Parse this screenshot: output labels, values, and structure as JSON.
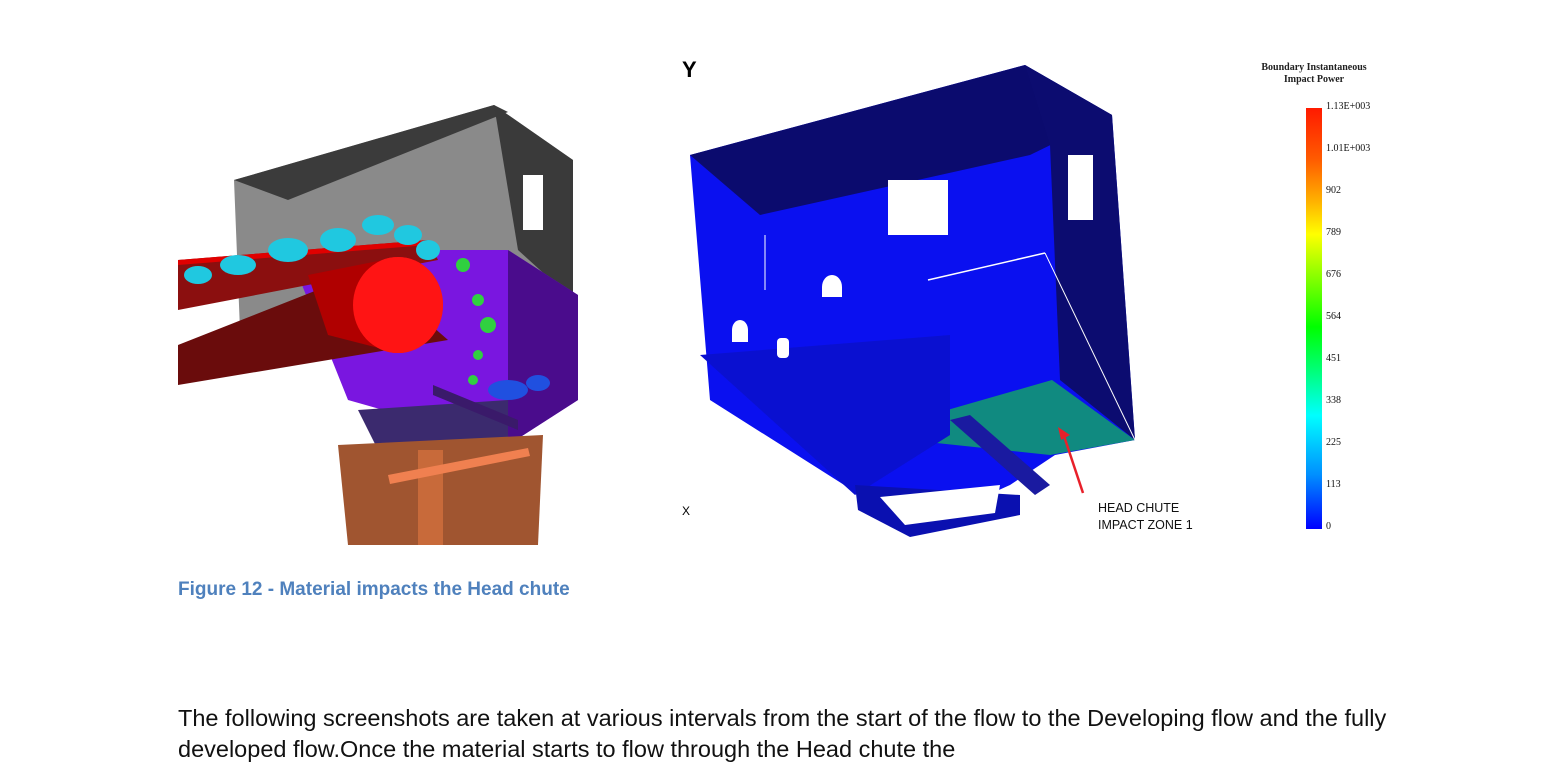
{
  "figure": {
    "caption": "Figure 12 - Material impacts the Head chute",
    "right_axis_labels": {
      "y": "Y",
      "x": "X"
    },
    "legend": {
      "title_line1": "Boundary Instantaneous",
      "title_line2": "Impact Power",
      "ticks": [
        "1.13E+003",
        "1.01E+003",
        "902",
        "789",
        "676",
        "564",
        "451",
        "338",
        "225",
        "113",
        "0"
      ]
    },
    "annotation": {
      "line1": "HEAD CHUTE",
      "line2": "IMPACT ZONE 1",
      "arrow_color": "#e8202a"
    }
  },
  "body": {
    "paragraph": "The following screenshots are taken at various intervals from the start of the flow to the Developing flow and the fully developed flow.Once the material starts to flow through the Head chute the"
  }
}
